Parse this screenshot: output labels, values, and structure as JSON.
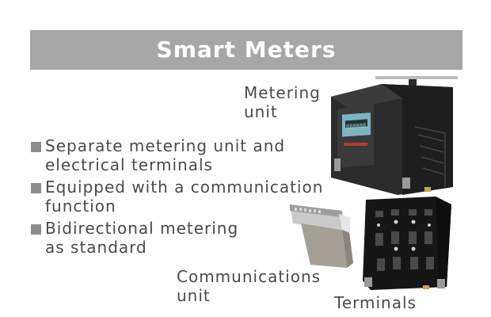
{
  "banner": {
    "title": "Smart Meters"
  },
  "labels": {
    "metering_unit": "Metering\nunit",
    "communications_unit": "Communications\nunit",
    "terminals": "Terminals"
  },
  "features": [
    "Separate metering unit and\nelectrical terminals",
    "Equipped with a communication\nfunction",
    "Bidirectional metering\nas standard"
  ],
  "meter_display": {
    "reading": "888888"
  }
}
